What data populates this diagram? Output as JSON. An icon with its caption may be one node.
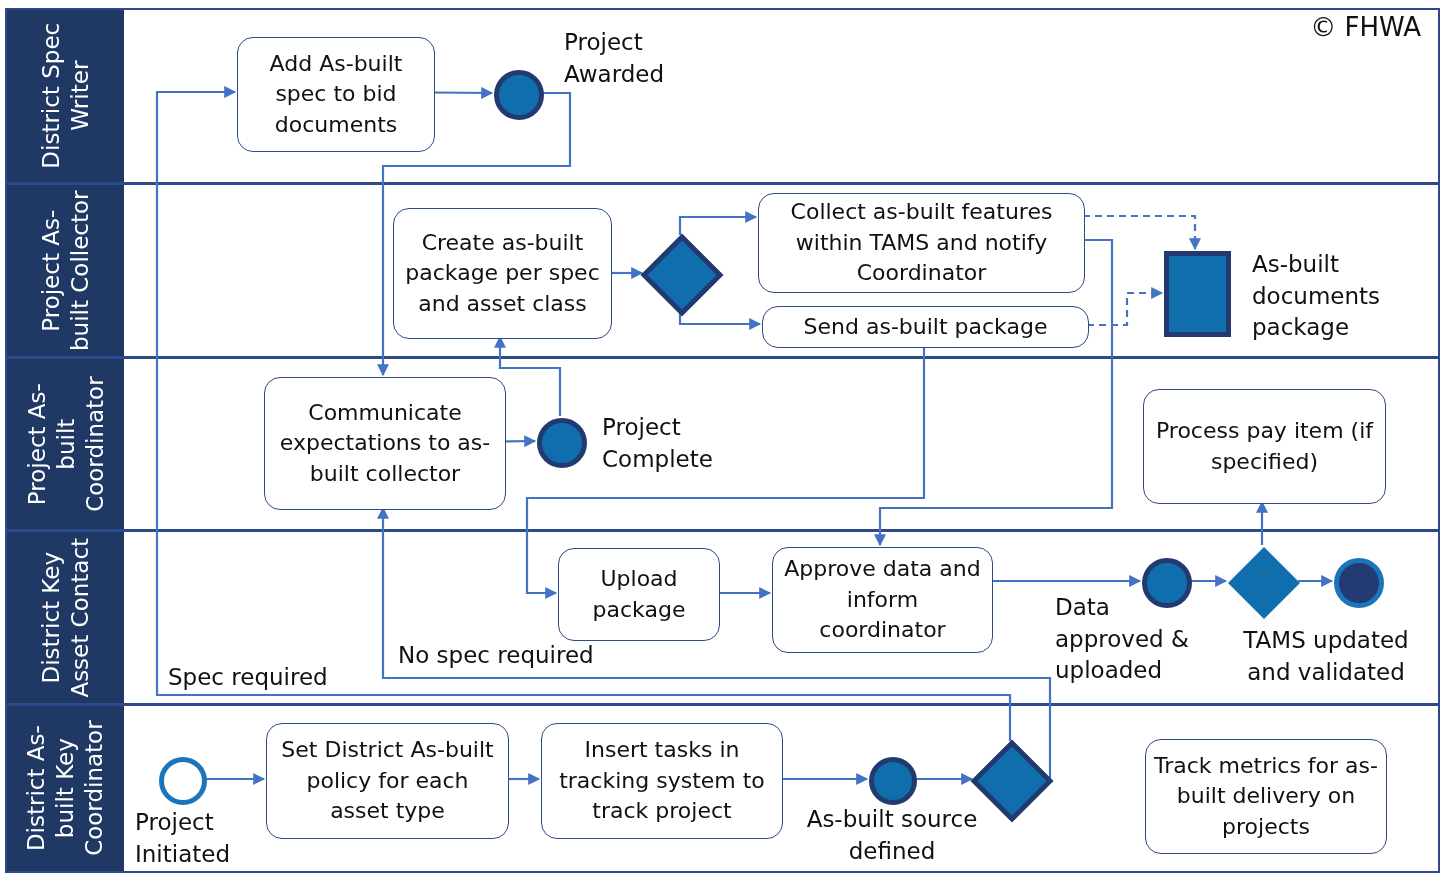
{
  "diagram": {
    "nodes": [
      {
        "text": [
          "District Spec Writer"
        ]
      },
      {
        "text": [
          "Project As-built Collector"
        ]
      },
      {
        "text": [
          "Project As-built Coordinator"
        ]
      },
      {
        "text": [
          "District Key Asset Contact"
        ]
      },
      {
        "text": [
          "District As-built Key Coordinator"
        ]
      },
      {
        "text": [
          "Add As-built spec to bid documents"
        ],
        "in": 0
      },
      {
        "text": [],
        "shape": "circle",
        "beside": [
          "Project Awarded"
        ],
        "in": 0
      },
      {
        "text": [
          "Create as-built package per spec and asset class"
        ],
        "in": 1
      },
      {
        "text": [],
        "shape": "diamond",
        "in": 1
      },
      {
        "text": [
          "Collect as-built features within TAMS and notify Coordinator"
        ],
        "in": 1
      },
      {
        "text": [
          "Send as-built package"
        ],
        "in": 1
      },
      {
        "text": [],
        "shape": "box",
        "beside": [
          "As-built documents package"
        ],
        "in": 1
      },
      {
        "text": [
          "Communicate expectations to as-built collector"
        ],
        "in": 2
      },
      {
        "text": [],
        "shape": "circle",
        "beside": [
          "Project Complete"
        ],
        "in": 2
      },
      {
        "text": [
          "Process pay item (if specified)"
        ],
        "in": 2
      },
      {
        "text": [
          "Upload package"
        ],
        "in": 3
      },
      {
        "text": [
          "Approve data and inform coordinator"
        ],
        "in": 3
      },
      {
        "text": [],
        "shape": "circle",
        "beside": [
          "Data approved & uploaded"
        ],
        "in": 3
      },
      {
        "text": [],
        "shape": "diamond",
        "in": 3
      },
      {
        "text": [],
        "shape": "circle",
        "beside": [
          "TAMS updated and validated"
        ],
        "in": 3
      },
      {
        "text": [],
        "shape": "circle",
        "beside": [
          "Project Initiated"
        ],
        "in": 4
      },
      {
        "text": [
          "Set District As-built policy for each asset type"
        ],
        "in": 4
      },
      {
        "text": [
          "Insert tasks in tracking system to track project"
        ],
        "in": 4
      },
      {
        "text": [],
        "shape": "circle",
        "beside": [
          "As-built source defined"
        ],
        "in": 4
      },
      {
        "text": [],
        "shape": "diamond",
        "in": 4
      },
      {
        "text": [
          "Track metrics for as-built delivery on projects"
        ],
        "in": 4
      }
    ],
    "edges": [
      {
        "from": 20,
        "to": 21,
        "arrow": "to"
      },
      {
        "from": 21,
        "to": 22,
        "arrow": "to"
      },
      {
        "from": 22,
        "to": 23,
        "arrow": "to"
      },
      {
        "from": 23,
        "to": 24,
        "arrow": "to"
      },
      {
        "from": 24,
        "to": 5,
        "arrow": "to",
        "label": "Spec required"
      },
      {
        "from": 24,
        "to": 12,
        "arrow": "to",
        "label": "No spec required"
      },
      {
        "from": 5,
        "to": 6,
        "arrow": "to"
      },
      {
        "from": 6,
        "to": 12,
        "arrow": "to"
      },
      {
        "from": 12,
        "to": 13,
        "arrow": "to"
      },
      {
        "from": 13,
        "to": 7,
        "arrow": "to"
      },
      {
        "from": 7,
        "to": 8,
        "arrow": "to"
      },
      {
        "from": 8,
        "to": 9,
        "arrow": "to"
      },
      {
        "from": 8,
        "to": 10,
        "arrow": "to"
      },
      {
        "from": 9,
        "to": 11,
        "arrow": "to",
        "style": "dashed"
      },
      {
        "from": 10,
        "to": 11,
        "arrow": "to",
        "style": "dashed"
      },
      {
        "from": 9,
        "to": 16,
        "arrow": "to"
      },
      {
        "from": 10,
        "to": 15,
        "arrow": "to"
      },
      {
        "from": 15,
        "to": 16,
        "arrow": "to"
      },
      {
        "from": 16,
        "to": 17,
        "arrow": "to"
      },
      {
        "from": 17,
        "to": 18,
        "arrow": "to"
      },
      {
        "from": 18,
        "to": 19,
        "arrow": "to"
      },
      {
        "from": 18,
        "to": 14,
        "arrow": "to"
      }
    ],
    "labels": [
      "© FHWA"
    ]
  }
}
